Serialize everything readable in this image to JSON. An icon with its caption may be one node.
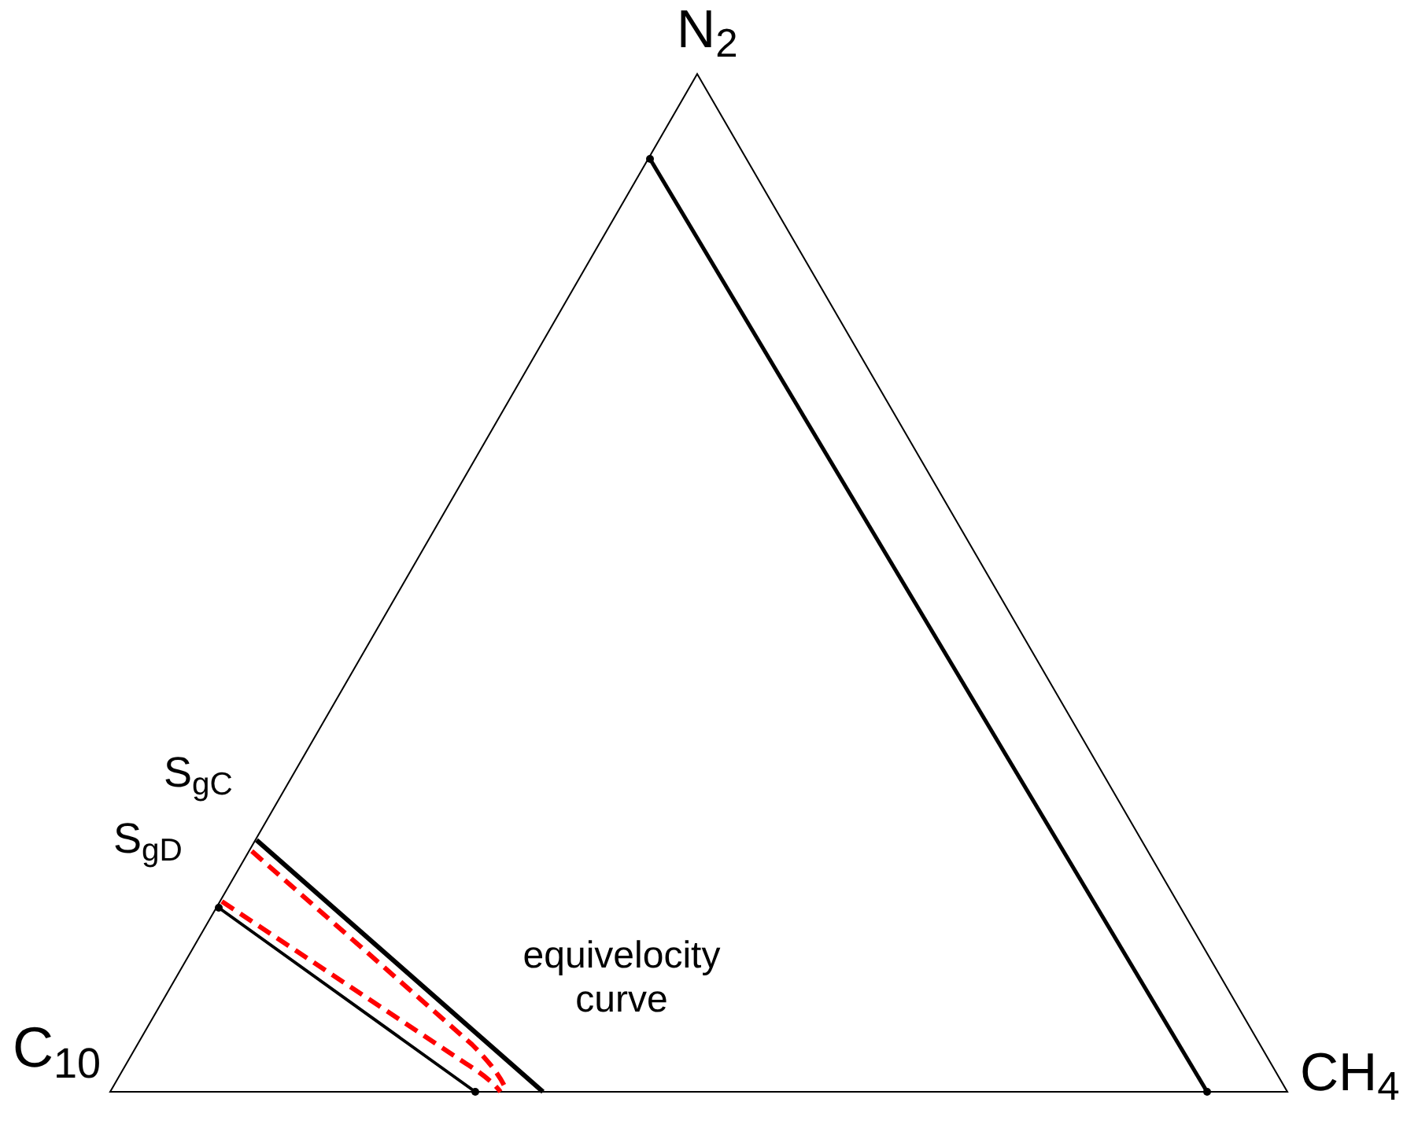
{
  "diagram": {
    "labels": [
      "N$_{2}$",
      "S$_{gC}$",
      "S$_{gD}$",
      "equivelocity curve",
      "C$_{10}$",
      "CH$_{4}$"
    ]
  }
}
